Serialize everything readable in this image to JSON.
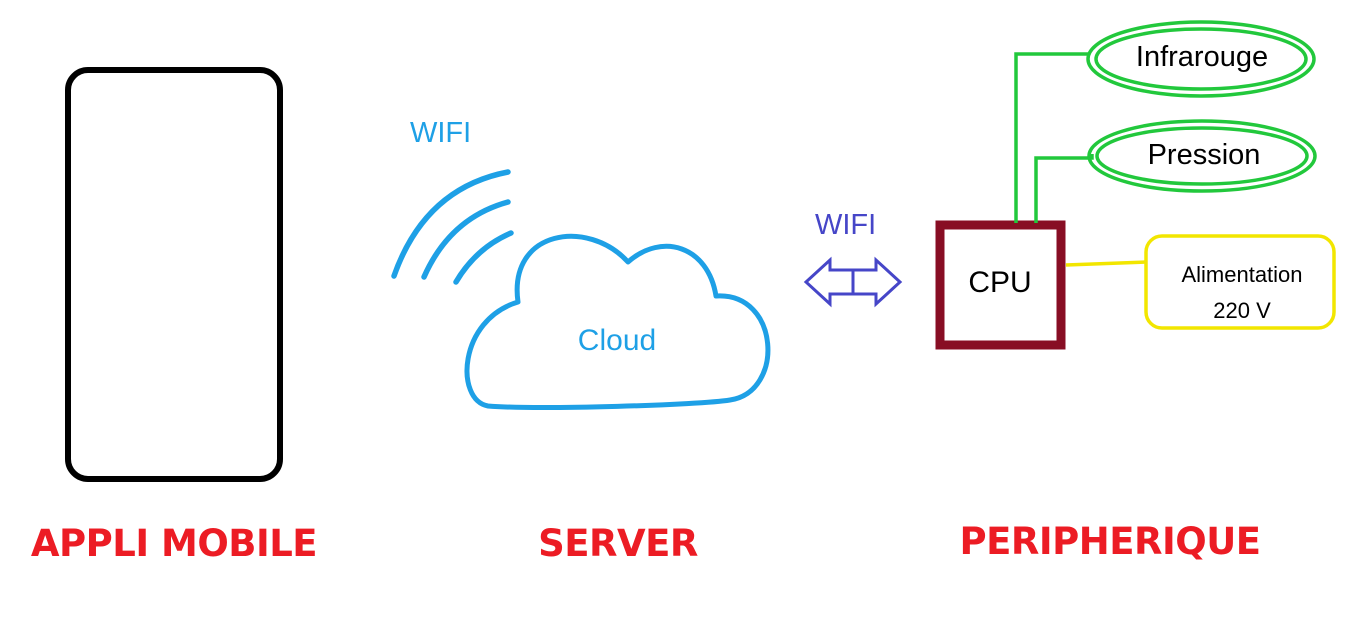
{
  "sections": {
    "mobile": "APPLI MOBILE",
    "server": "SERVER",
    "peripheral": "PERIPHERIQUE"
  },
  "links": {
    "wifi_phone_cloud": "WIFI",
    "wifi_cloud_cpu": "WIFI"
  },
  "cloud": {
    "label": "Cloud"
  },
  "cpu": {
    "label": "CPU"
  },
  "sensors": [
    {
      "label": "Infrarouge"
    },
    {
      "label": "Pression"
    }
  ],
  "power": {
    "line1": "Alimentation",
    "line2": "220 V"
  },
  "colors": {
    "title_red": "#ec1c24",
    "wifi_blue": "#1ea0e6",
    "arrow_purple": "#4646c8",
    "cpu_border": "#880e24",
    "sensor_green": "#22c83c",
    "power_yellow": "#f2e600",
    "phone_outline": "#000000"
  },
  "icons": {
    "phone": "phone-outline-icon",
    "wifi": "wifi-signal-icon",
    "cloud": "cloud-icon",
    "arrow": "double-arrow-icon"
  }
}
